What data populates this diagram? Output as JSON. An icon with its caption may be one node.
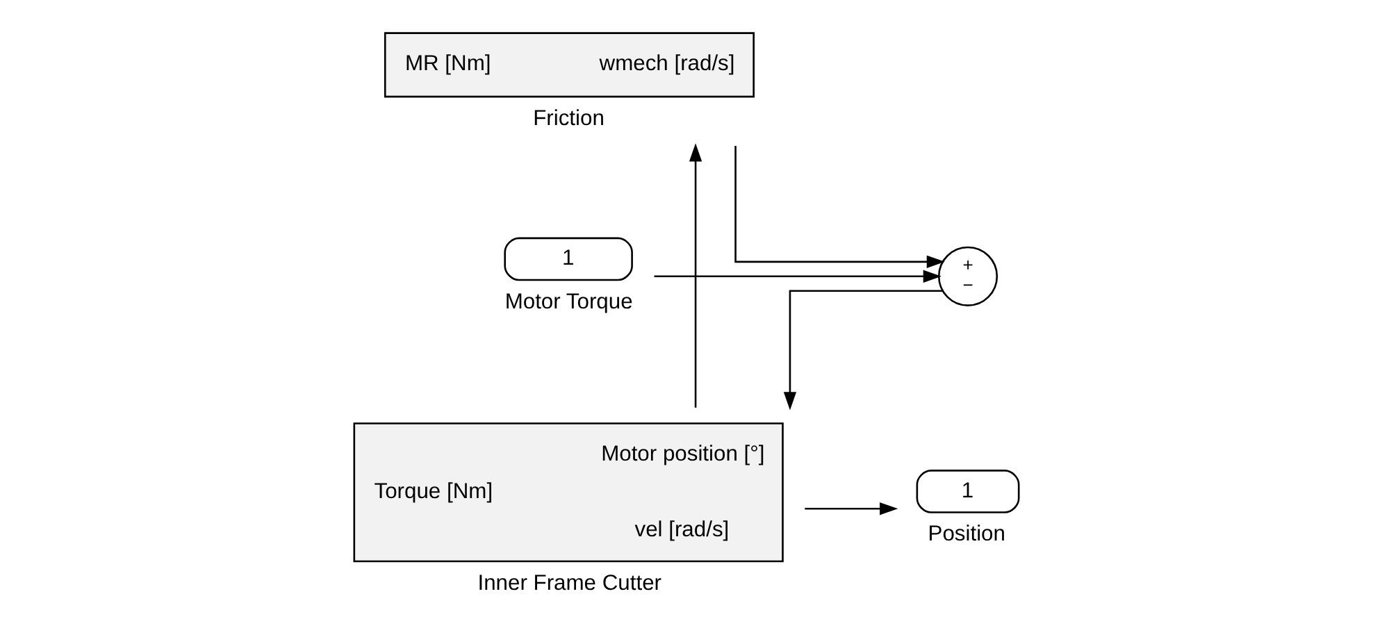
{
  "diagram": {
    "nodes": [
      {
        "text": [
          "MR [Nm]",
          "wmech [rad/s]"
        ],
        "beside": [
          "Friction"
        ]
      },
      {
        "text": [
          "1"
        ],
        "beside": [
          "Motor Torque"
        ]
      },
      {
        "text": [
          "+",
          "−"
        ]
      },
      {
        "text": [
          "Torque [Nm]",
          "Motor position [°]",
          "vel [rad/s]"
        ],
        "beside": [
          "Inner Frame Cutter"
        ]
      },
      {
        "text": [
          "1"
        ],
        "beside": [
          "Position"
        ]
      }
    ],
    "edges": [
      {
        "from": 1,
        "to": 2,
        "arrow": "to"
      },
      {
        "from": 0,
        "to": 2,
        "arrow": "to"
      },
      {
        "from": 2,
        "to": 3,
        "arrow": "to"
      },
      {
        "from": 3,
        "to": 4,
        "arrow": "to"
      },
      {
        "from": 3,
        "to": 0,
        "arrow": "to"
      }
    ]
  }
}
